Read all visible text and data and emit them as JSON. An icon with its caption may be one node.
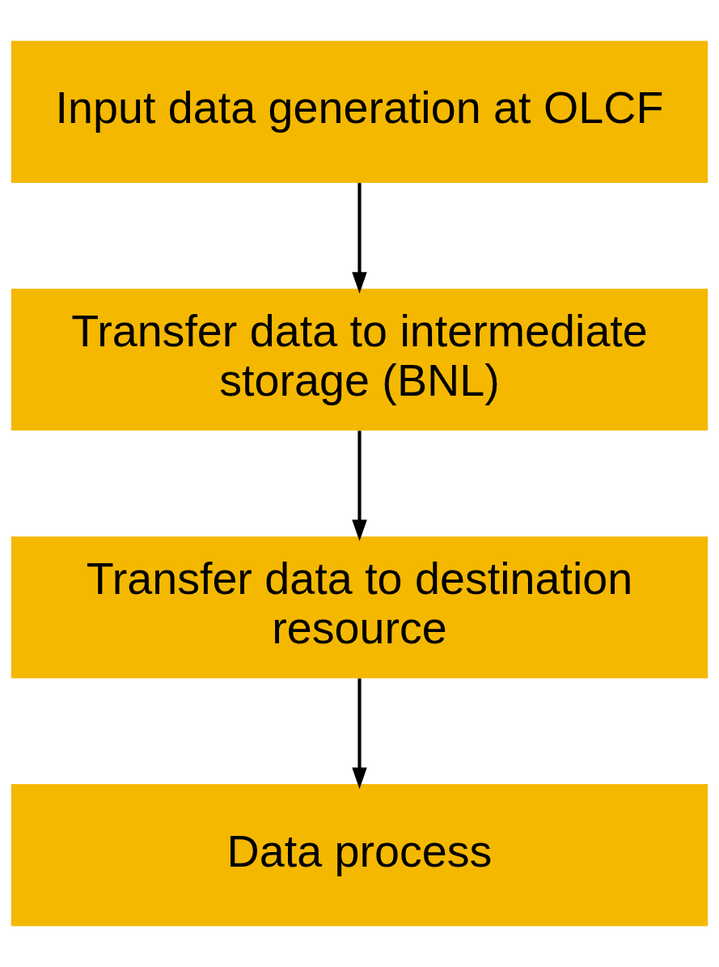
{
  "diagram": {
    "nodes": [
      {
        "text": [
          "Input data generation at OLCF"
        ]
      },
      {
        "text": [
          "Transfer data to intermediate storage (BNL)"
        ]
      },
      {
        "text": [
          "Transfer data to destination resource"
        ]
      },
      {
        "text": [
          "Data process"
        ]
      }
    ],
    "edges": [
      {
        "from": 0,
        "to": 1,
        "arrow": "to"
      },
      {
        "from": 1,
        "to": 2,
        "arrow": "to"
      },
      {
        "from": 2,
        "to": 3,
        "arrow": "to"
      }
    ]
  }
}
